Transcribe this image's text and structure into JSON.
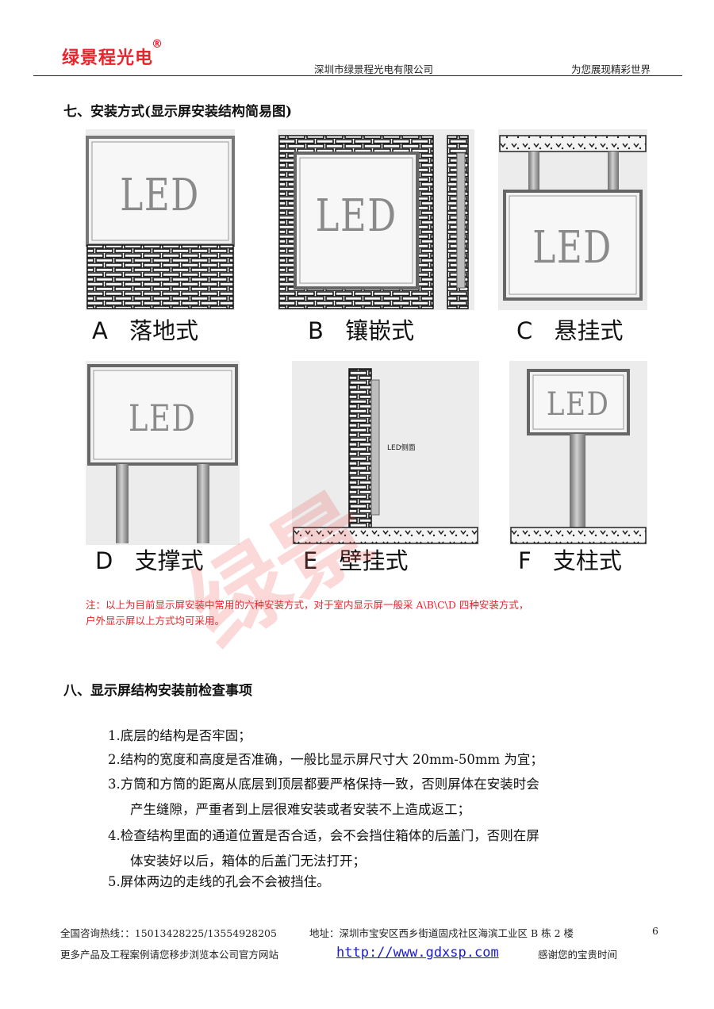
{
  "header": {
    "logo": "绿景程光电",
    "logo_mark": "®",
    "company": "深圳市绿景程光电有限公司",
    "slogan": "为您展现精彩世界"
  },
  "section7": {
    "heading": "七、安装方式(显示屏安装结构简易图)",
    "screen_label": "LED",
    "side_label": "LED侧面",
    "types": [
      {
        "letter": "A",
        "name": "落地式"
      },
      {
        "letter": "B",
        "name": "镶嵌式"
      },
      {
        "letter": "C",
        "name": "悬挂式"
      },
      {
        "letter": "D",
        "name": "支撑式"
      },
      {
        "letter": "E",
        "name": "壁挂式"
      },
      {
        "letter": "F",
        "name": "支柱式"
      }
    ],
    "note_line1": "注：以上为目前显示屏安装中常用的六种安装方式，对于室内显示屏一般采 A\\B\\C\\D 四种安装方式，",
    "note_line2": "户外显示屏以上方式均可采用。"
  },
  "section8": {
    "heading": "八、显示屏结构安装前检查事项",
    "items": [
      "1.底层的结构是否牢固；",
      "2.结构的宽度和高度是否准确，一般比显示屏尺寸大 20mm-50mm 为宜；",
      "3.方筒和方筒的距离从底层到顶层都要严格保持一致，否则屏体在安装时会",
      "产生缝隙，严重者到上层很难安装或者安装不上造成返工；",
      "4.检查结构里面的通道位置是否合适，会不会挡住箱体的后盖门，否则在屏",
      "体安装好以后，箱体的后盖门无法打开；",
      "5.屏体两边的走线的孔会不会被挡住。"
    ]
  },
  "footer": {
    "hotline": "全国咨询热线：：15013428225/13554928205",
    "address": "地址：深圳市宝安区西乡街道固戍社区海滨工业区 B 栋 2 楼",
    "page_number": "6",
    "more": "更多产品及工程案例请您移步浏览本公司官方网站",
    "url": "http://www.gdxsp.com",
    "thanks": "感谢您的宝贵时间"
  },
  "watermark": "绿景",
  "colors": {
    "brand_red": "#e8242c",
    "link_blue": "#1a1ad0"
  }
}
